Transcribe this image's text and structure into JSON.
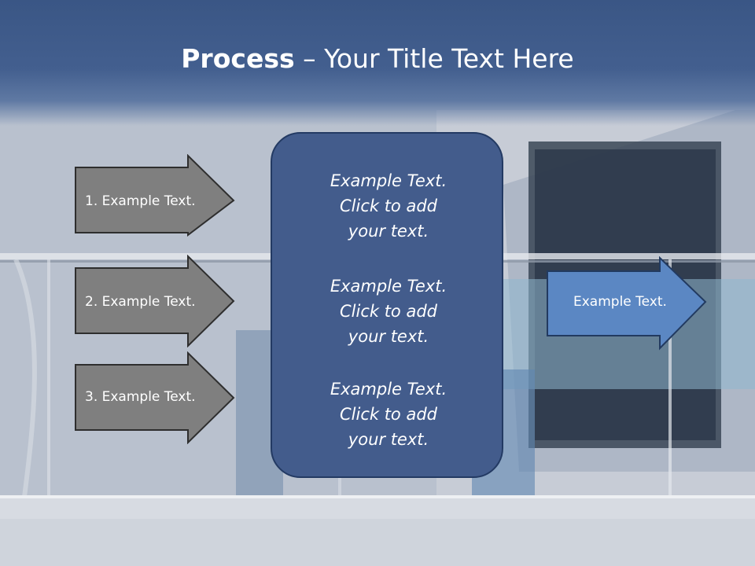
{
  "slide": {
    "title_bold": "Process",
    "title_rest": " – Your Title Text Here"
  },
  "left_arrows": [
    {
      "label": "1. Example Text."
    },
    {
      "label": "2. Example Text."
    },
    {
      "label": "3. Example Text."
    }
  ],
  "center_box": {
    "blocks": [
      {
        "line1": "Example Text.",
        "line2": "Click  to add",
        "line3": "your text."
      },
      {
        "line1": "Example Text.",
        "line2": "Click  to add",
        "line3": "your text."
      },
      {
        "line1": "Example Text.",
        "line2": "Click  to add",
        "line3": "your text."
      }
    ]
  },
  "right_arrow": {
    "label": "Example Text."
  },
  "colors": {
    "title_band": "#3a5685",
    "left_arrow_fill": "#7f7f7f",
    "center_fill": "#435c8c",
    "right_arrow_fill": "#5b87c3"
  }
}
